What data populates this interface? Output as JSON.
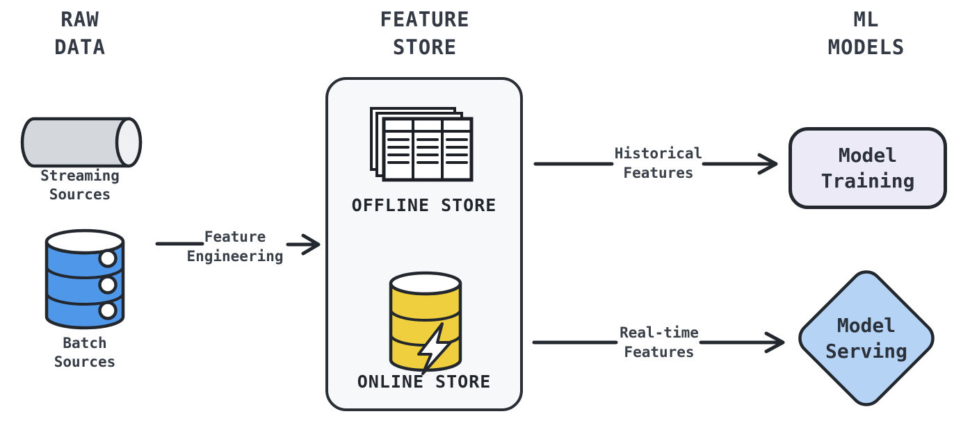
{
  "titles": {
    "raw_data": "RAW\nDATA",
    "feature_store": "FEATURE\nSTORE",
    "ml_models": "ML\nMODELS"
  },
  "nodes": {
    "streaming_sources": {
      "label": "Streaming\nSources",
      "fill": "#d4d8dd",
      "rim_fill": "#eef0f2"
    },
    "batch_sources": {
      "label": "Batch\nSources",
      "fill": "#4f97e8"
    },
    "offline_store": {
      "label": "OFFLINE STORE",
      "page_fill": "#ffffff"
    },
    "online_store": {
      "label": "ONLINE STORE",
      "fill": "#f0cf3e",
      "bolt_fill": "#ffffff"
    },
    "model_training": {
      "label": "Model\nTraining",
      "fill": "#edeaf8"
    },
    "model_serving": {
      "label": "Model\nServing",
      "fill": "#b5d3f4"
    }
  },
  "edges": {
    "feature_engineering": {
      "label": "Feature\nEngineering"
    },
    "historical_features": {
      "label": "Historical\nFeatures"
    },
    "real_time_features": {
      "label": "Real-time\nFeatures"
    }
  },
  "colors": {
    "ink": "#23272e",
    "title_text": "#333a45",
    "label_text": "#3a4049",
    "feature_store_bg": "#f7f8f9",
    "background": "#ffffff"
  }
}
